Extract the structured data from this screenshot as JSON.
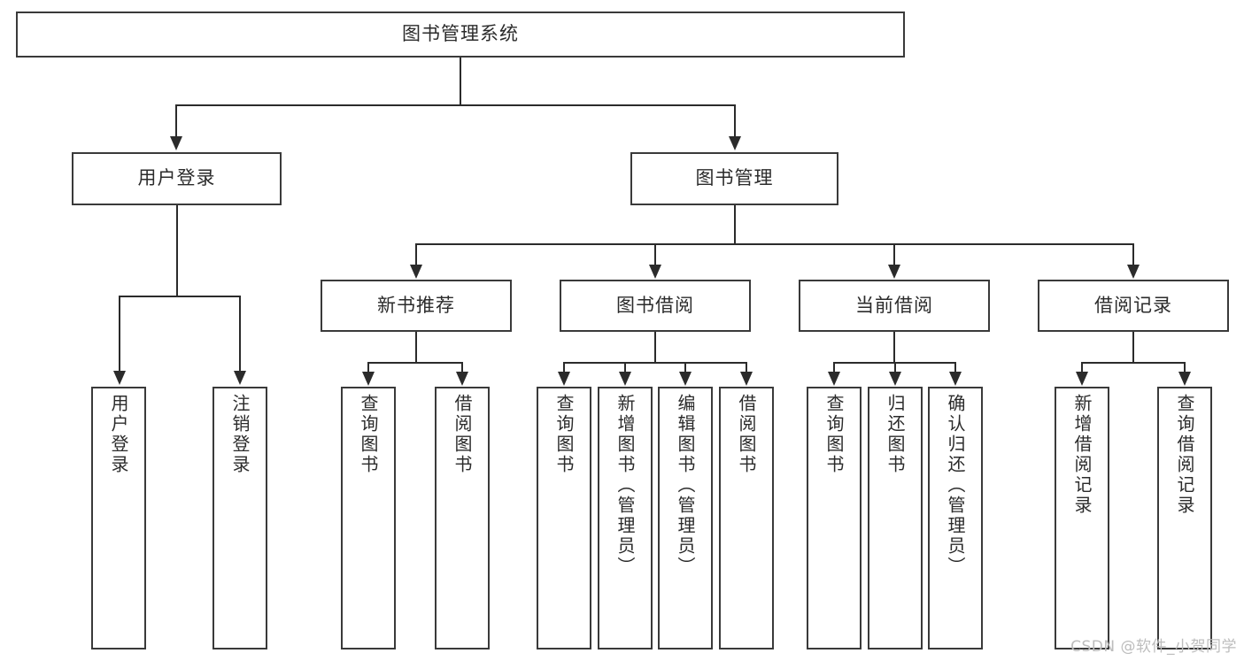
{
  "diagram": {
    "title": "图书管理系统",
    "type": "tree",
    "root": {
      "id": "root",
      "label": "图书管理系统"
    },
    "level1": [
      {
        "id": "user-login",
        "label": "用户登录"
      },
      {
        "id": "book-manage",
        "label": "图书管理"
      }
    ],
    "level2": [
      {
        "id": "new-book-rec",
        "label": "新书推荐",
        "parent": "book-manage"
      },
      {
        "id": "book-borrow",
        "label": "图书借阅",
        "parent": "book-manage"
      },
      {
        "id": "current-borrow",
        "label": "当前借阅",
        "parent": "book-manage"
      },
      {
        "id": "borrow-record",
        "label": "借阅记录",
        "parent": "book-manage"
      }
    ],
    "leaves": {
      "user_login": [
        {
          "id": "leaf-user-login",
          "label": "用户登录"
        },
        {
          "id": "leaf-user-logout",
          "label": "注销登录"
        }
      ],
      "new_book_rec": [
        {
          "id": "leaf-query-book-1",
          "label": "查询图书"
        },
        {
          "id": "leaf-borrow-book-1",
          "label": "借阅图书"
        }
      ],
      "book_borrow": [
        {
          "id": "leaf-query-book-2",
          "label": "查询图书"
        },
        {
          "id": "leaf-add-book",
          "label": "新增图书（管理员）"
        },
        {
          "id": "leaf-edit-book",
          "label": "编辑图书（管理员）"
        },
        {
          "id": "leaf-borrow-book-2",
          "label": "借阅图书"
        }
      ],
      "current_borrow": [
        {
          "id": "leaf-query-book-3",
          "label": "查询图书"
        },
        {
          "id": "leaf-return-book",
          "label": "归还图书"
        },
        {
          "id": "leaf-confirm-return",
          "label": "确认归还（管理员）"
        }
      ],
      "borrow_record": [
        {
          "id": "leaf-add-record",
          "label": "新增借阅记录"
        },
        {
          "id": "leaf-query-record",
          "label": "查询借阅记录"
        }
      ]
    }
  },
  "watermark": {
    "text": "CSDN @软件_小贺同学"
  },
  "colors": {
    "stroke": "#2b2b2b",
    "box_border": "#3a3a3a",
    "background": "#ffffff",
    "watermark": "#bdbdbd"
  }
}
